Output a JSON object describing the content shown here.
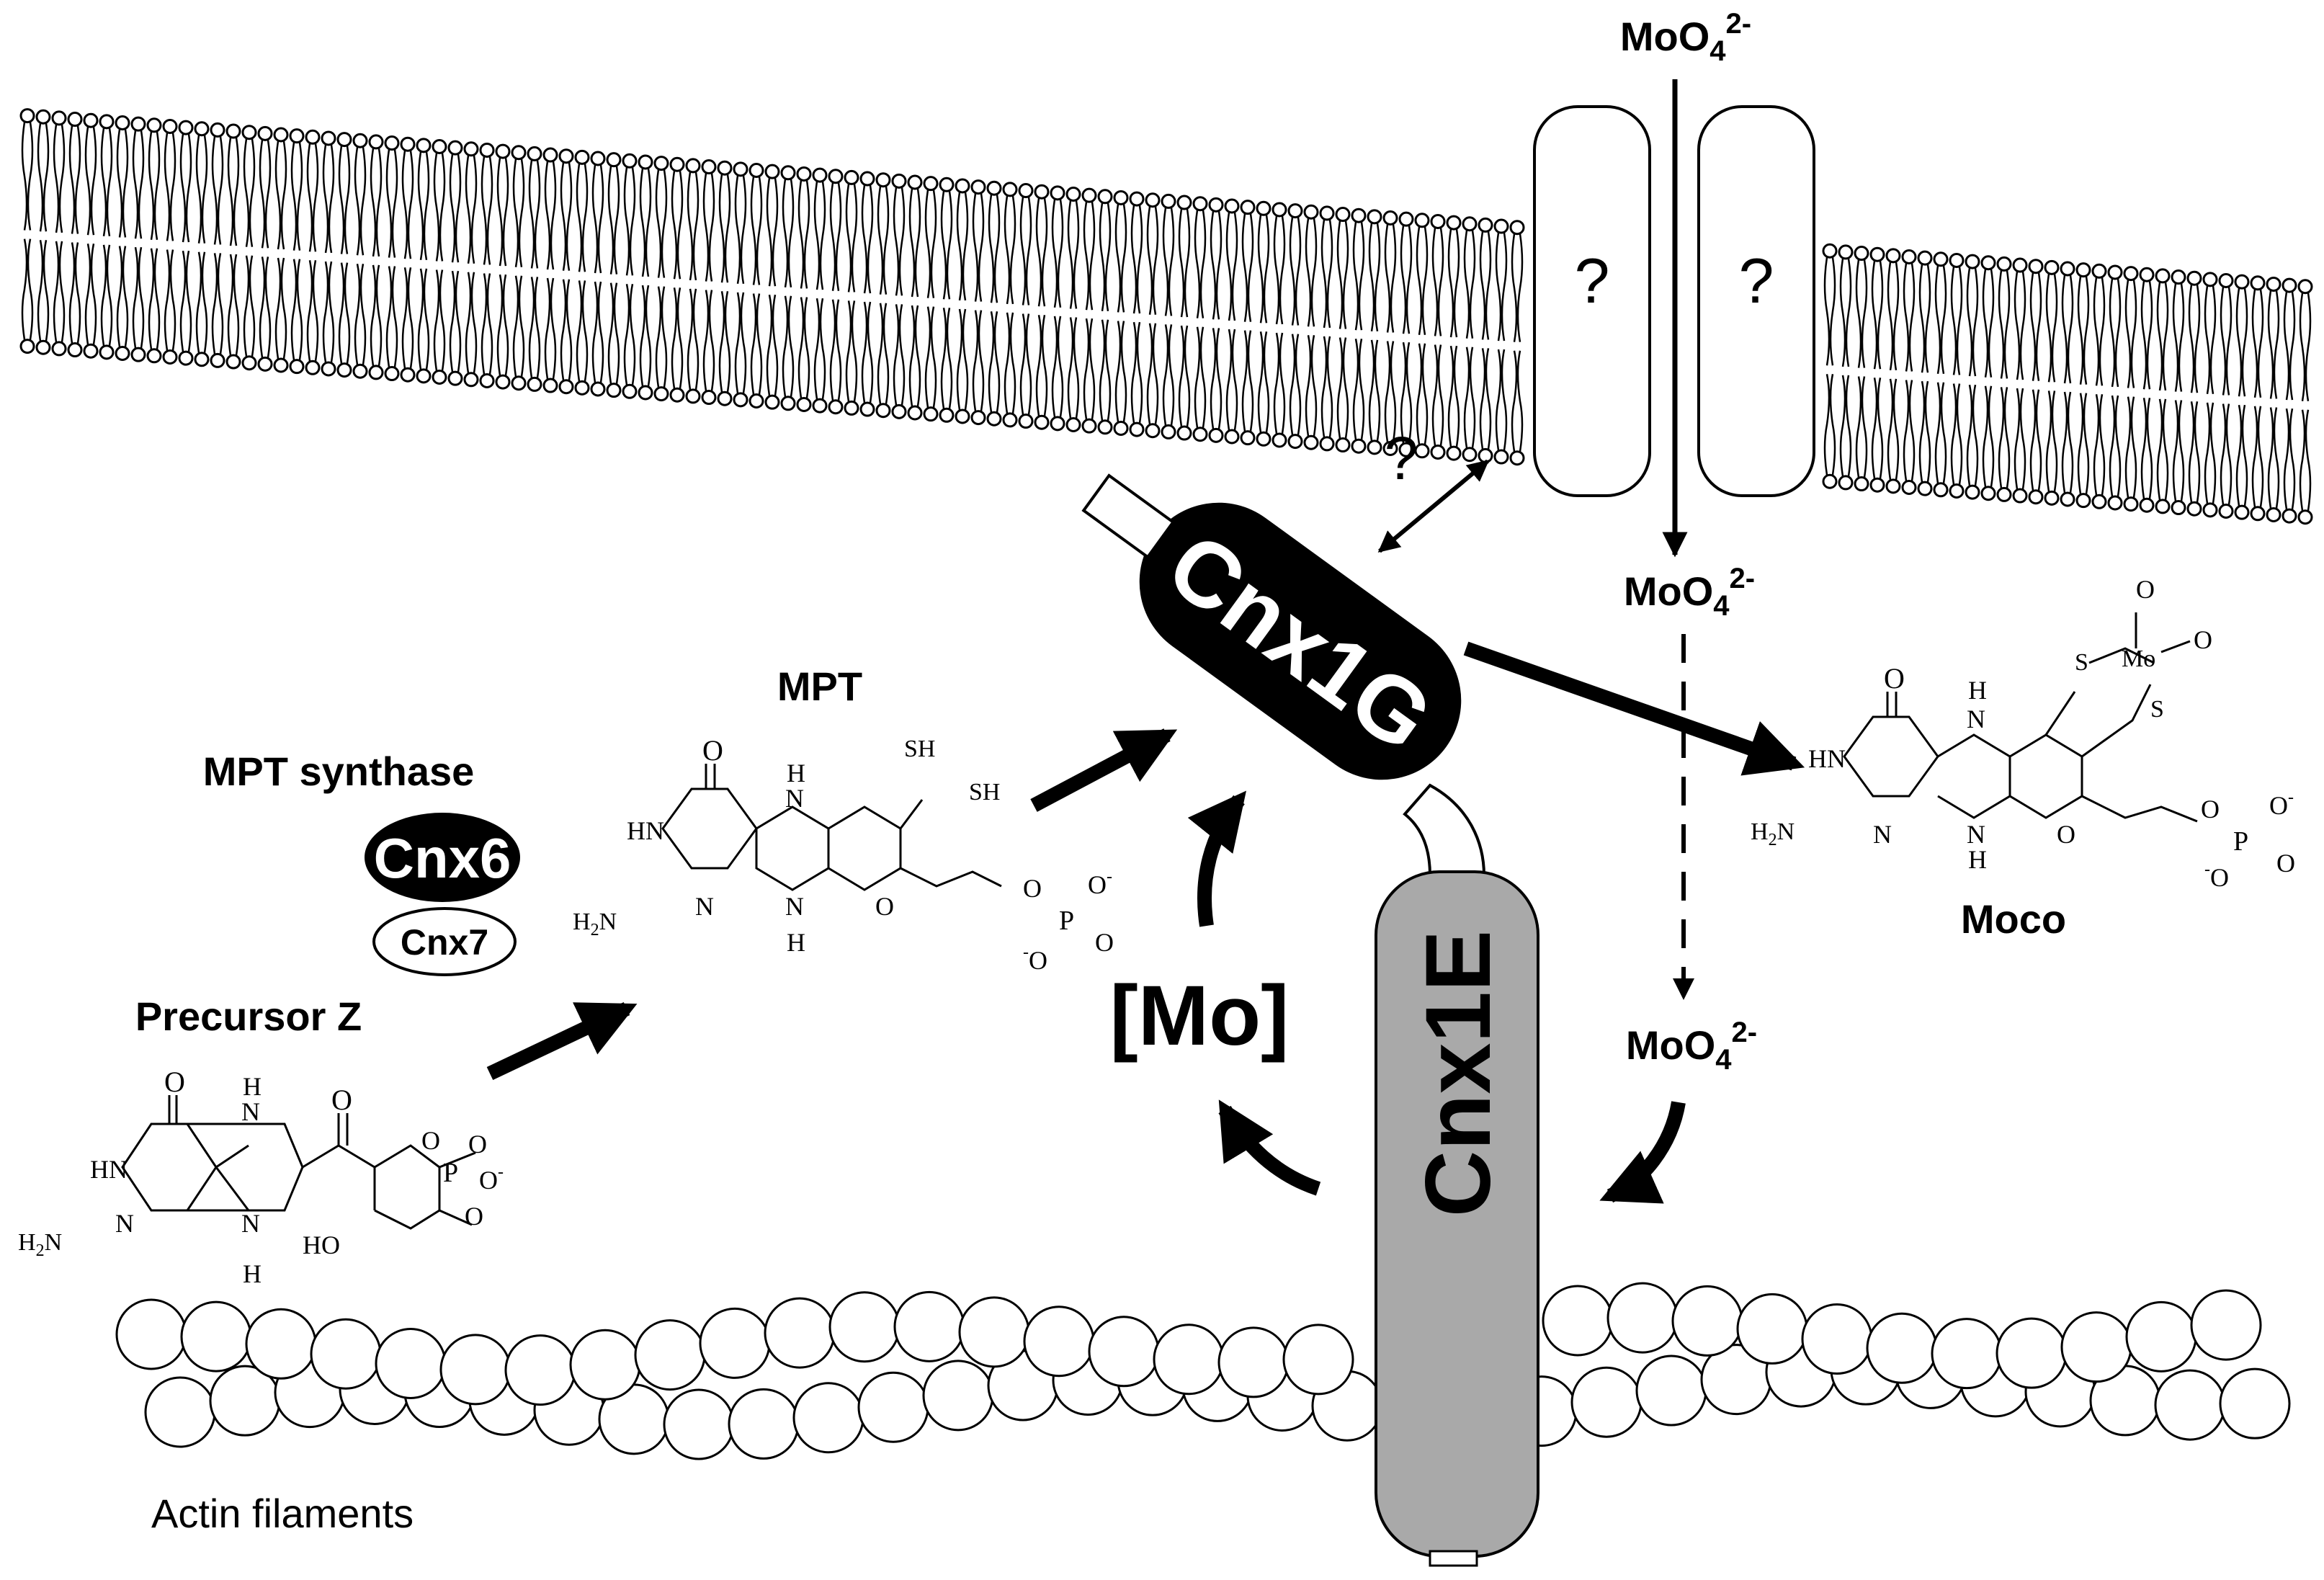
{
  "colors": {
    "ink": "#000000",
    "paper": "#ffffff",
    "cnx1e_fill": "#a9a9a9",
    "actin_fill": "#ffffff"
  },
  "labels": {
    "molybdate_outside": "MoO",
    "molybdate_mid": "MoO",
    "molybdate_low": "MoO",
    "molybdate_sub": "4",
    "molybdate_sup": "2-",
    "channel_q1": "?",
    "channel_q2": "?",
    "interaction_q": "?",
    "cnx1g": "Cnx1G",
    "cnx1e": "Cnx1E",
    "mo_bracket": "[Mo]",
    "mpt": "MPT",
    "mpt_synthase": "MPT synthase",
    "cnx6": "Cnx6",
    "cnx7": "Cnx7",
    "precursor_z": "Precursor Z",
    "moco": "Moco",
    "actin": "Actin filaments"
  },
  "chem_atoms": {
    "O": "O",
    "HN": "HN",
    "H2N": "H",
    "N": "N",
    "H": "H",
    "SH": "SH",
    "S": "S",
    "Mo": "Mo",
    "P": "P",
    "O_minus": "O",
    "HO": "HO",
    "minus": "-",
    "two": "2"
  },
  "icons": {
    "membrane": "lipid-bilayer",
    "transporter": "rounded-channel-protein",
    "filament": "actin-bead-chain"
  }
}
